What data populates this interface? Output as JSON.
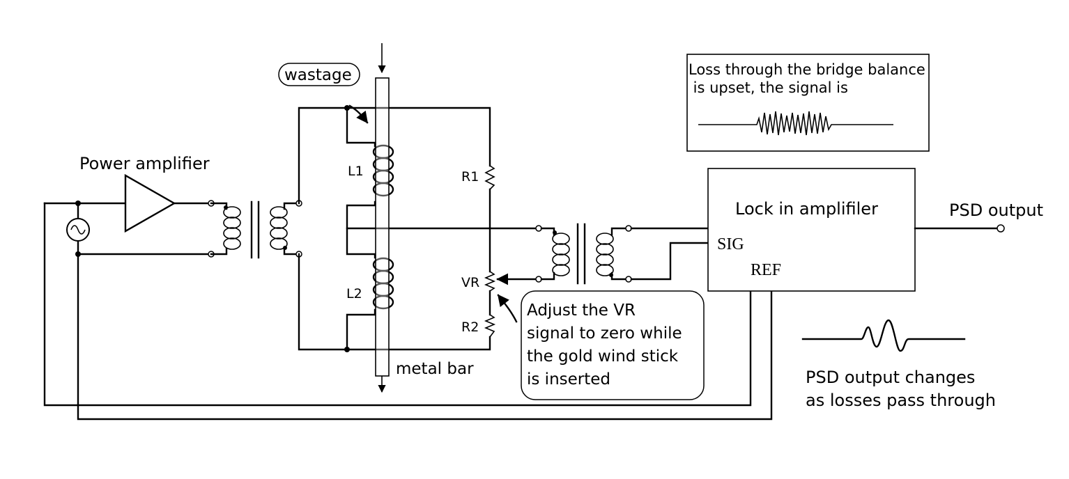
{
  "labels": {
    "power_amplifier": "Power amplifier",
    "wastage": "wastage",
    "metal_bar": "metal bar",
    "L1": "L1",
    "L2": "L2",
    "R1": "R1",
    "R2": "R2",
    "VR": "VR",
    "lock_in": "Lock in amplifiler",
    "sig": "SIG",
    "ref": "REF",
    "psd_output": "PSD output"
  },
  "callouts": {
    "adjust": [
      "Adjust the VR",
      "signal to zero while",
      "the gold wind stick",
      "is inserted"
    ],
    "loss": [
      "Loss through the bridge balance",
      " is upset, the signal is"
    ],
    "psd_change": [
      "PSD output changes",
      "as losses pass through"
    ]
  },
  "icons": [
    "ac-source-icon",
    "amplifier-triangle-icon",
    "coil-icon",
    "resistor-icon",
    "potentiometer-icon",
    "arrow-icon"
  ]
}
